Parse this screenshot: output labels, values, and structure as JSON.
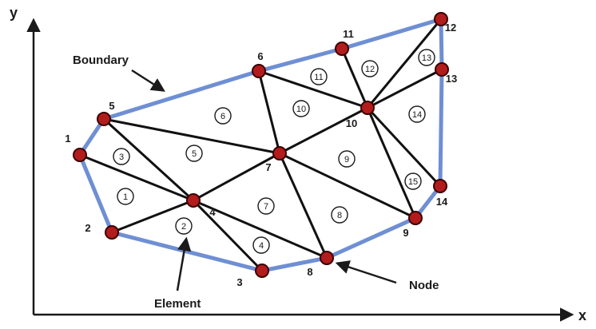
{
  "axes": {
    "x_label": "x",
    "y_label": "y"
  },
  "annotations": {
    "boundary": "Boundary",
    "element": "Element",
    "node": "Node"
  },
  "colors": {
    "boundary": "#6f8fd4",
    "edge": "#111111",
    "node_fill": "#b31c1c",
    "node_stroke": "#3a0000",
    "axis": "#1a1a1a"
  },
  "nodes": [
    {
      "id": "1"
    },
    {
      "id": "2"
    },
    {
      "id": "3"
    },
    {
      "id": "4"
    },
    {
      "id": "5"
    },
    {
      "id": "6"
    },
    {
      "id": "7"
    },
    {
      "id": "8"
    },
    {
      "id": "9"
    },
    {
      "id": "10"
    },
    {
      "id": "11"
    },
    {
      "id": "12"
    },
    {
      "id": "13"
    },
    {
      "id": "14"
    }
  ],
  "elements": [
    {
      "id": "1",
      "nodes": [
        "1",
        "2",
        "4"
      ]
    },
    {
      "id": "2",
      "nodes": [
        "2",
        "3",
        "4"
      ]
    },
    {
      "id": "3",
      "nodes": [
        "1",
        "4",
        "5"
      ]
    },
    {
      "id": "4",
      "nodes": [
        "3",
        "4",
        "8"
      ]
    },
    {
      "id": "5",
      "nodes": [
        "4",
        "5",
        "7"
      ]
    },
    {
      "id": "6",
      "nodes": [
        "5",
        "6",
        "7"
      ]
    },
    {
      "id": "7",
      "nodes": [
        "4",
        "7",
        "8"
      ]
    },
    {
      "id": "8",
      "nodes": [
        "7",
        "8",
        "9"
      ]
    },
    {
      "id": "9",
      "nodes": [
        "7",
        "9",
        "10"
      ]
    },
    {
      "id": "10",
      "nodes": [
        "6",
        "7",
        "10"
      ]
    },
    {
      "id": "11",
      "nodes": [
        "6",
        "10",
        "11"
      ]
    },
    {
      "id": "12",
      "nodes": [
        "10",
        "11",
        "12"
      ]
    },
    {
      "id": "13",
      "nodes": [
        "10",
        "12",
        "13"
      ]
    },
    {
      "id": "14",
      "nodes": [
        "10",
        "13",
        "14"
      ]
    },
    {
      "id": "15",
      "nodes": [
        "9",
        "10",
        "14"
      ]
    }
  ],
  "boundary_loop": [
    "1",
    "5",
    "6",
    "11",
    "12",
    "13",
    "14",
    "9",
    "8",
    "3",
    "2",
    "1"
  ],
  "interior_edges": [
    [
      "1",
      "4"
    ],
    [
      "2",
      "4"
    ],
    [
      "3",
      "4"
    ],
    [
      "4",
      "5"
    ],
    [
      "4",
      "7"
    ],
    [
      "4",
      "8"
    ],
    [
      "5",
      "7"
    ],
    [
      "6",
      "7"
    ],
    [
      "6",
      "10"
    ],
    [
      "7",
      "8"
    ],
    [
      "7",
      "9"
    ],
    [
      "7",
      "10"
    ],
    [
      "9",
      "10"
    ],
    [
      "10",
      "11"
    ],
    [
      "10",
      "12"
    ],
    [
      "10",
      "13"
    ],
    [
      "10",
      "14"
    ]
  ]
}
